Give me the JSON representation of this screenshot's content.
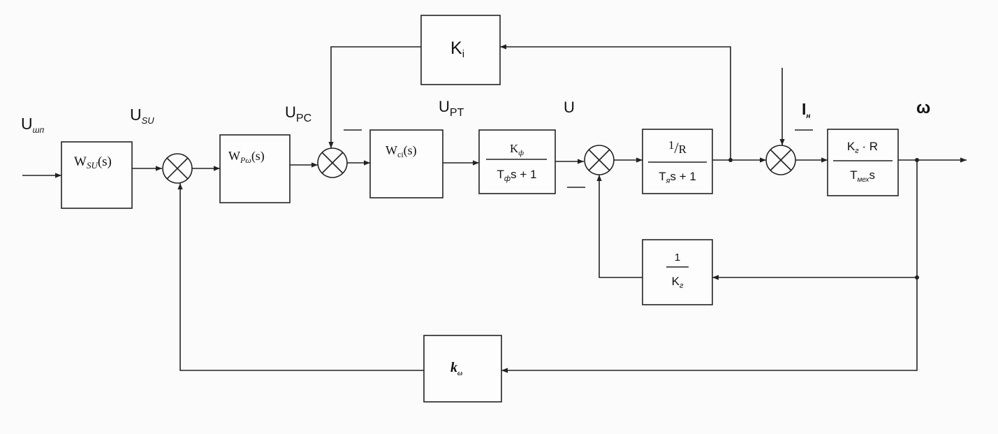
{
  "signals": {
    "u_input": {
      "main": "U",
      "sub": "шп"
    },
    "u_su": {
      "main": "U",
      "sub": "SU"
    },
    "u_pc": {
      "main": "U",
      "sub": "PC"
    },
    "u_pt": {
      "main": "U",
      "sub": "PT"
    },
    "u": "U",
    "i_load": {
      "main": "I",
      "sub": "н"
    },
    "omega": "ω"
  },
  "blocks": {
    "w_su": {
      "main": "W",
      "sub": "SU",
      "arg": "(s)"
    },
    "w_rw": {
      "main": "W",
      "sub": "Рω",
      "arg": "(s)"
    },
    "w_ci": {
      "main": "W",
      "sub": "ci",
      "arg": "(s)"
    },
    "k_i": {
      "main": "K",
      "sub": "i"
    },
    "filter": {
      "num_main": "K",
      "num_sub": "ф",
      "den_a": "T",
      "den_sub": "ф",
      "den_b": "s + 1"
    },
    "armature": {
      "num_one": "1",
      "num_slash": "/",
      "num_r": "R",
      "den_a": "T",
      "den_sub": "я",
      "den_b": "s + 1"
    },
    "motor": {
      "num_a": "K",
      "num_sub": "г",
      "num_b": " · R",
      "den_a": "T",
      "den_sub": "мех",
      "den_b": "s"
    },
    "emf": {
      "num": "1",
      "den_main": "K",
      "den_sub": "г"
    },
    "k_w": {
      "main": "k",
      "sub": "ω"
    }
  }
}
